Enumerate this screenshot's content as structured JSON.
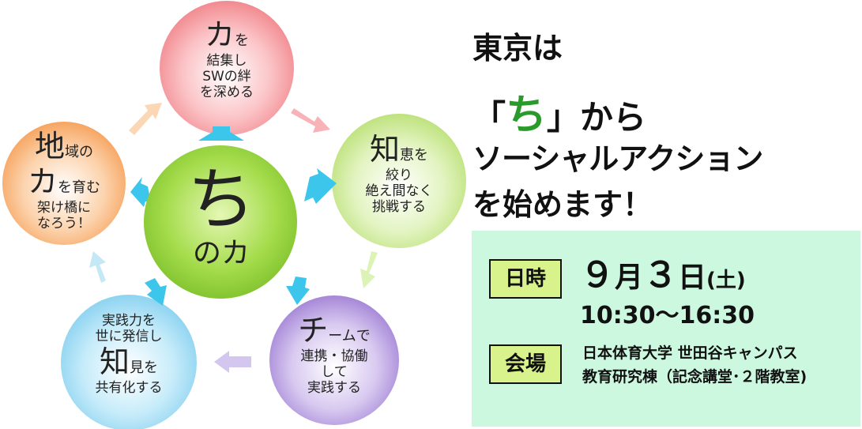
{
  "center": {
    "chi": "ち",
    "line2": "のカ"
  },
  "cycle": [
    {
      "big": "カ",
      "suffix": "を",
      "lines": [
        "結集し",
        "SWの絆",
        "を深める"
      ]
    },
    {
      "big": "知",
      "suffix": "恵を",
      "lines": [
        "絞り",
        "絶え間なく",
        "挑戦する"
      ]
    },
    {
      "big": "チ",
      "suffix": "ームで",
      "lines": [
        "連携・協働",
        "して",
        "実践する"
      ]
    },
    {
      "pre_lines": [
        "実践力を",
        "世に発信し"
      ],
      "big": "知",
      "suffix": "見を",
      "lines": [
        "共有化する"
      ]
    },
    {
      "big": "地",
      "suffix": "域の",
      "big2": "カ",
      "suffix2": "を育む",
      "lines": [
        "架け橋に",
        "なろう！"
      ]
    }
  ],
  "headline": {
    "line1": "東京は",
    "open_bracket": "「",
    "chi": "ち",
    "close_rest": "」から",
    "line3": "ソーシャルアクション",
    "line4": "を始めます！"
  },
  "event": {
    "date_label": "日時",
    "month_num": "９",
    "month_kanji": "月",
    "day_num": "３",
    "day_kanji": "日",
    "dow": "(土)",
    "time": "10:30〜16:30",
    "venue_label": "会場",
    "venue_line1": "日本体育大学 世田谷キャンパス",
    "venue_line2": "教育研究棟（記念講堂･２階教室)"
  },
  "colors": {
    "circle_top": "#f48e93",
    "circle_right": "#c6e88a",
    "circle_bottom_right": "#a98ad8",
    "circle_bottom_left": "#8fd4f0",
    "circle_left": "#f7a65e",
    "center": "#8fd13a",
    "inner_arrow": "#36c3ea",
    "panel_bg": "#cdf8e0",
    "badge_bg": "#d8f28c",
    "chi_green": "#2a9a2a"
  }
}
